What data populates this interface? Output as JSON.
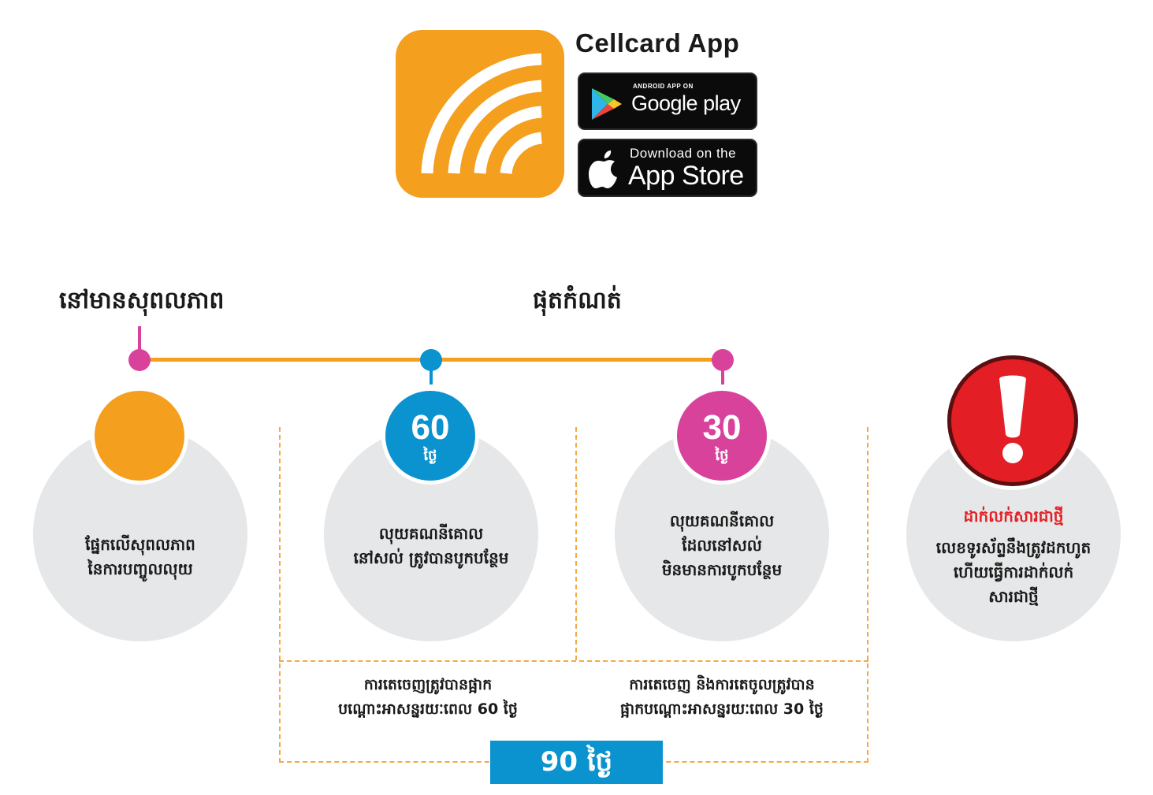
{
  "header": {
    "app_title": "Cellcard App",
    "google_play": {
      "small": "ANDROID APP ON",
      "big": "Google play"
    },
    "app_store": {
      "small": "Download on the",
      "big": "App Store"
    }
  },
  "headings": {
    "active": "នៅមានសុពលភាព",
    "expired": "ផុតកំណត់"
  },
  "colors": {
    "orange": "#f59f1e",
    "blue": "#0b93cf",
    "pink": "#d9429b",
    "red": "#e31e24",
    "grey": "#e6e7e8"
  },
  "stages": [
    {
      "text_line1": "ផ្នែកលើសុពលភាព",
      "text_line2": "នៃការបញ្ចូលលុយ"
    },
    {
      "number": "60",
      "unit": "ថ្ងៃ",
      "text_line1": "លុយគណនីគោល",
      "text_line2": "នៅសល់ ត្រូវបានបូកបន្ថែម"
    },
    {
      "number": "30",
      "unit": "ថ្ងៃ",
      "text_line1": "លុយគណនីគោល",
      "text_line2": "ដែលនៅសល់",
      "text_line3": "មិនមានការបូកបន្ថែម"
    },
    {
      "icon": "exclamation-icon",
      "title": "ដាក់លក់សារជាថ្មី",
      "text_line1": "លេខទូរស័ព្ទនឹងត្រូវដកហូត",
      "text_line2": "ហើយធ្វើការដាក់លក់",
      "text_line3": "សារជាថ្មី"
    }
  ],
  "notes": [
    {
      "line1": "ការតេចេញត្រូវបានផ្អាក",
      "line2": "បណ្ដោះអាសន្នរយៈពេល 60 ថ្ងៃ"
    },
    {
      "line1": "ការតេចេញ និងការតេចូលត្រូវបាន",
      "line2": "ផ្អាកបណ្ដោះអាសន្នរយៈពេល 30 ថ្ងៃ"
    }
  ],
  "total": "90 ថ្ងៃ"
}
